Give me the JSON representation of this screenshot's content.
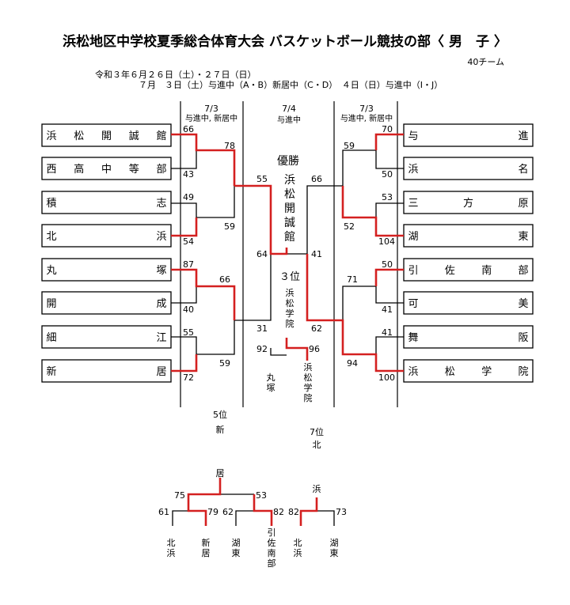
{
  "header": {
    "title": "浜松地区中学校夏季総合体育大会 バスケットボール競技の部〈 男　子 〉",
    "team_count": "40チーム",
    "schedule_line1": "令和３年６月２６日（土）・２７日（日）",
    "schedule_line2": "７月　３日（土）与進中（A・B）新居中（C・D）　４日（日）与進中（I・J）"
  },
  "columns": {
    "left_date": "7/3",
    "left_venue": "与進中, 新居中",
    "center_date": "7/4",
    "center_venue": "与進中",
    "right_date": "7/3",
    "right_venue": "与進中, 新居中"
  },
  "teams": {
    "left": [
      "浜松開誠館",
      "西高中等部",
      "積志",
      "北浜",
      "丸塚",
      "開成",
      "細江",
      "新居"
    ],
    "right": [
      "与進",
      "浜名",
      "三方原",
      "湖東",
      "引佐南部",
      "可美",
      "舞阪",
      "浜松学院"
    ]
  },
  "scores": {
    "left_r1": [
      "66",
      "43",
      "49",
      "54",
      "87",
      "40",
      "55",
      "72"
    ],
    "left_r2": [
      "78",
      "59",
      "66",
      "59"
    ],
    "left_semi": [
      "55",
      "31"
    ],
    "right_r1": [
      "70",
      "50",
      "53",
      "104",
      "50",
      "41",
      "41",
      "100"
    ],
    "right_r2": [
      "59",
      "52",
      "71",
      "94"
    ],
    "right_semi": [
      "66",
      "62"
    ],
    "final": [
      "64",
      "41"
    ],
    "third": [
      "92",
      "96"
    ]
  },
  "results": {
    "champion_label": "優勝",
    "champion_team": "浜松開誠館",
    "third_label": "３位",
    "third_team": "浜松学院",
    "third_left_team": "丸塚",
    "third_right_team": "浜松学院",
    "fifth_label": "5位",
    "fifth_team": "新",
    "seventh_label": "7位",
    "seventh_team": "北"
  },
  "placement": {
    "winner5_top": "居",
    "winner7_top": "浜",
    "scores": [
      "75",
      "53",
      "61",
      "79",
      "62",
      "82",
      "82",
      "73"
    ],
    "teams": [
      "北浜",
      "新居",
      "湖東",
      "引佐南部",
      "北浜",
      "湖東"
    ]
  }
}
